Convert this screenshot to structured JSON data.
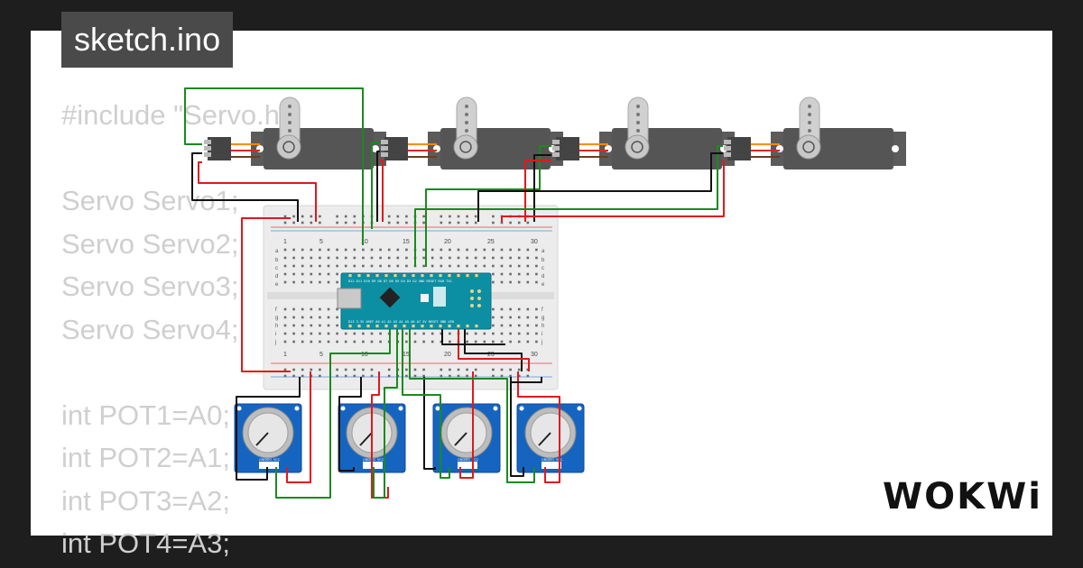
{
  "tab": {
    "filename": "sketch.ino"
  },
  "code_lines": [
    "#include \"Servo.h\"",
    "",
    "Servo Servo1;",
    "Servo Servo2;",
    "Servo Servo3;",
    "Servo Servo4;",
    "",
    "int POT1=A0;",
    "int POT2=A1;",
    "int POT3=A2;",
    "int POT4=A3;"
  ],
  "brand": {
    "name": "WOKWi"
  },
  "breadboard": {
    "column_numbers": [
      "1",
      "5",
      "10",
      "15",
      "20",
      "25",
      "30"
    ],
    "row_letters_top": [
      "a",
      "b",
      "c",
      "d",
      "e"
    ],
    "row_letters_bottom": [
      "f",
      "g",
      "h",
      "i",
      "j"
    ]
  },
  "potentiometer": {
    "pin_labels": [
      "GND",
      "SIG",
      "VCC"
    ]
  },
  "arduino": {
    "top_pins": "D12 D11 D10 D9 D8 D7 D6 D5 D4 D3 D2 GND RESET RX0 TX1",
    "bottom_pins": "D13 3.3V AREF A0 A1 A2 A3 A4 A5 A6 A7 5V RESET GND VIN"
  },
  "colors": {
    "wire_red": "#e0191b",
    "wire_green": "#1a8a1f",
    "wire_black": "#111111",
    "board": "#0c8fa3"
  }
}
